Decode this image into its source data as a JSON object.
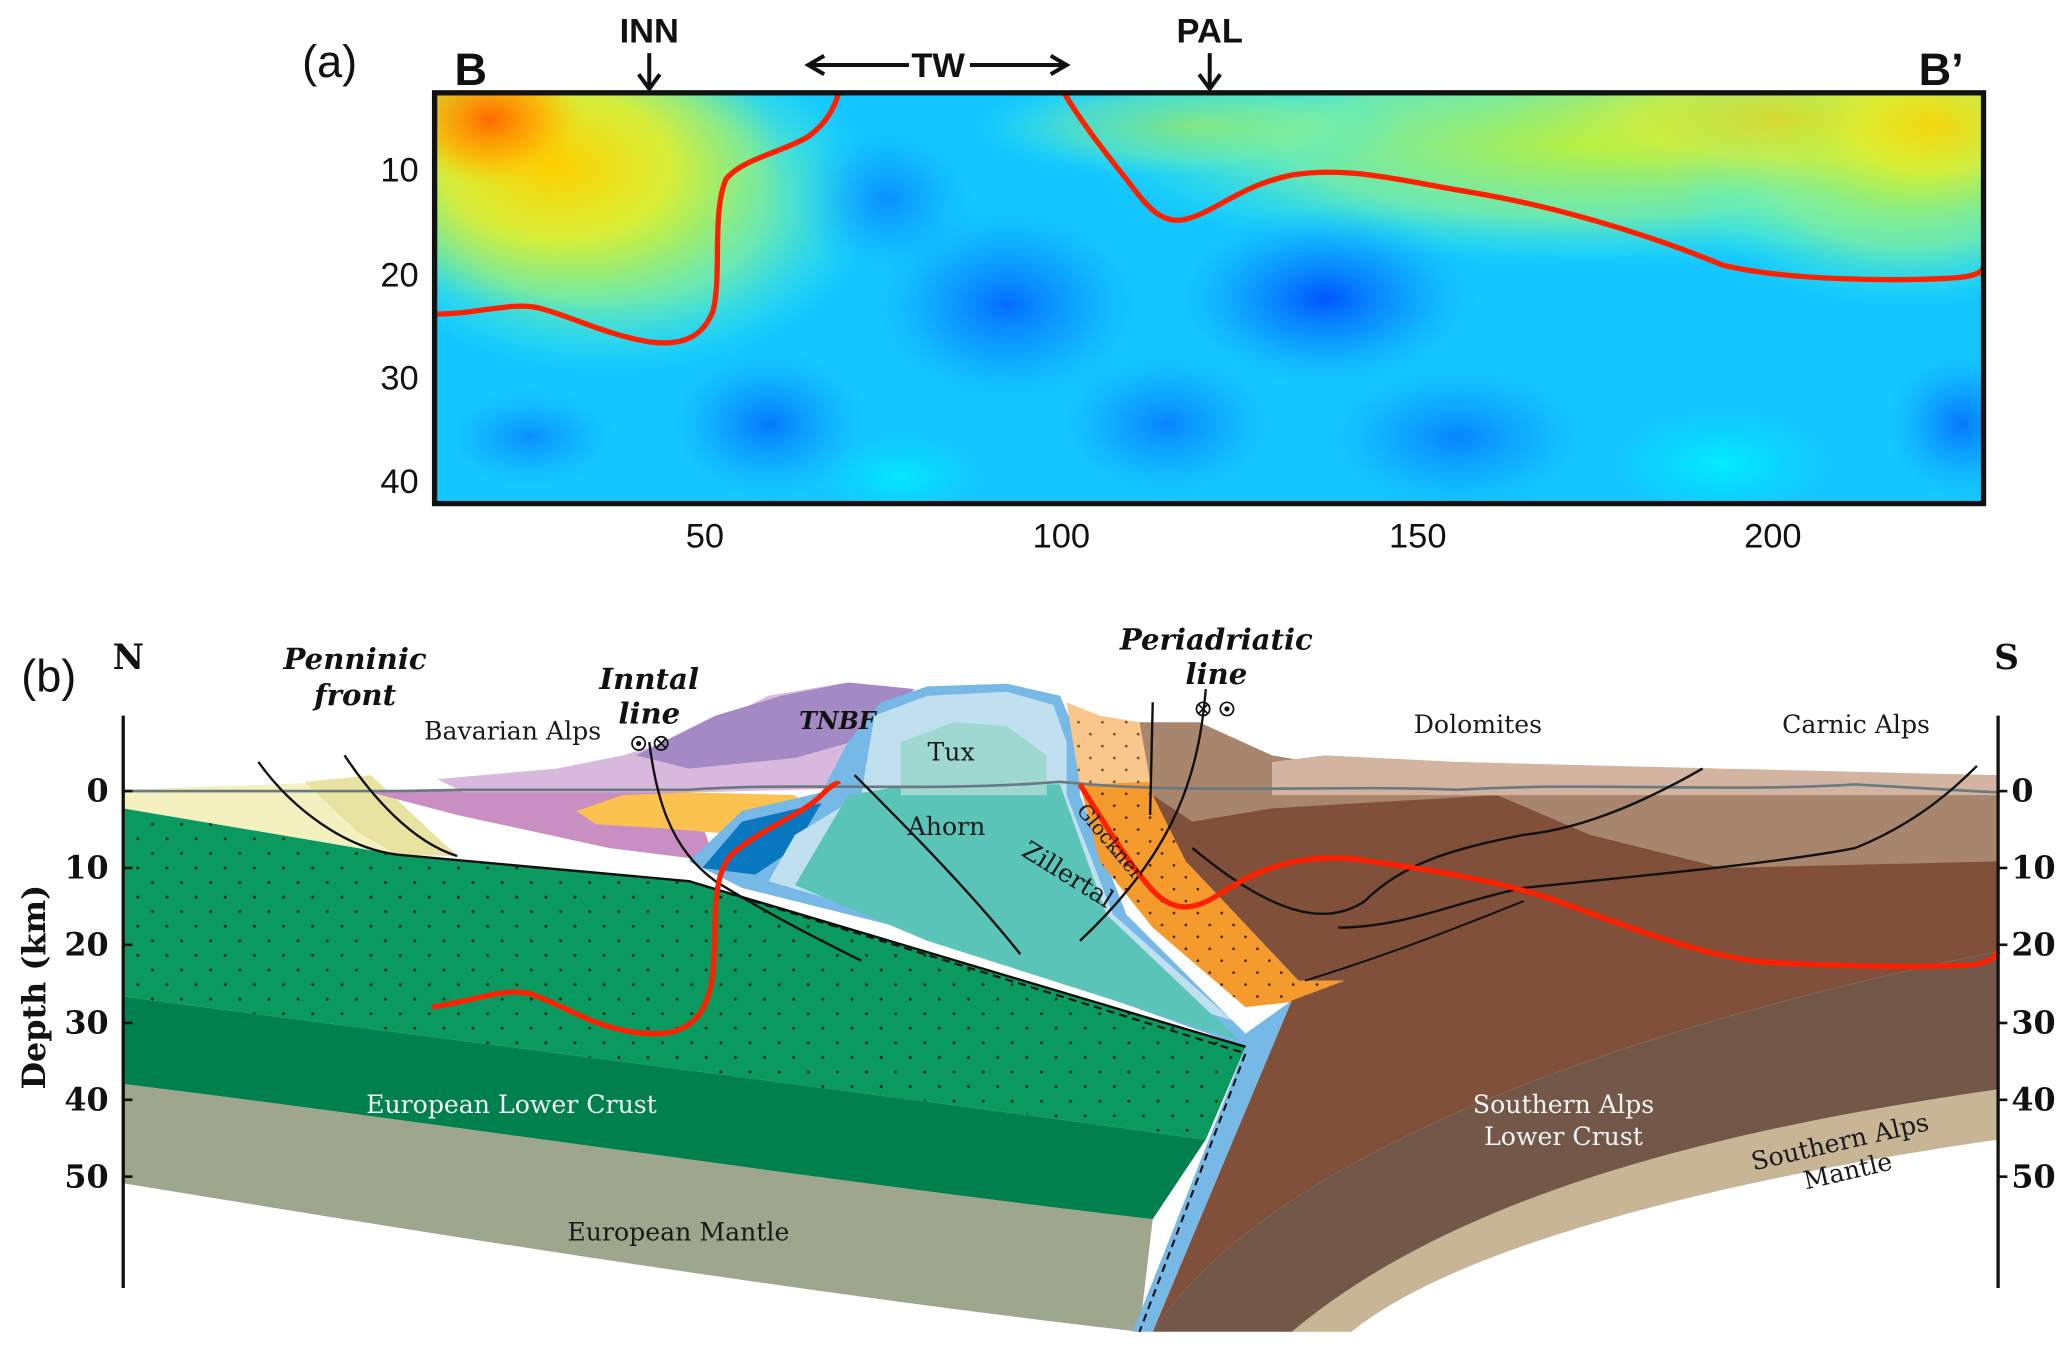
{
  "panel_a": {
    "label": "(a)",
    "left_end": "B",
    "right_end": "B’",
    "markers": [
      {
        "label": "INN",
        "distance_km": 42
      },
      {
        "label": "TW",
        "range_km": [
          65,
          100
        ]
      },
      {
        "label": "PAL",
        "distance_km": 121
      }
    ],
    "y_ticks": [
      "10",
      "20",
      "30",
      "40"
    ],
    "x_ticks": [
      "50",
      "100",
      "150",
      "200"
    ],
    "colors": {
      "low": "#0050ff",
      "mid": "#00e5ff",
      "high": "#ffd700",
      "max": "#ff6000",
      "boundary": "#ff2000"
    }
  },
  "panel_b": {
    "label": "(b)",
    "north": "N",
    "south": "S",
    "y_axis_title": "Depth (km)",
    "y_ticks": [
      "0",
      "10",
      "20",
      "30",
      "40",
      "50"
    ],
    "features": {
      "penninic_front_1": "Penninic",
      "penninic_front_2": "front",
      "inntal_1": "Inntal",
      "inntal_2": "line",
      "periadriatic_1": "Periadriatic",
      "periadriatic_2": "line",
      "tnbf": "TNBF"
    },
    "regions": {
      "bavarian_alps": "Bavarian Alps",
      "dolomites": "Dolomites",
      "carnic_alps": "Carnic Alps",
      "tux": "Tux",
      "ahorn": "Ahorn",
      "zillertal": "Zillertal",
      "glockner": "Glockner",
      "european_lower_crust": "European Lower Crust",
      "european_mantle": "European Mantle",
      "southern_alps_lower_crust_1": "Southern Alps",
      "southern_alps_lower_crust_2": "Lower Crust",
      "southern_alps_mantle_1": "Southern Alps",
      "southern_alps_mantle_2": "Mantle"
    }
  }
}
